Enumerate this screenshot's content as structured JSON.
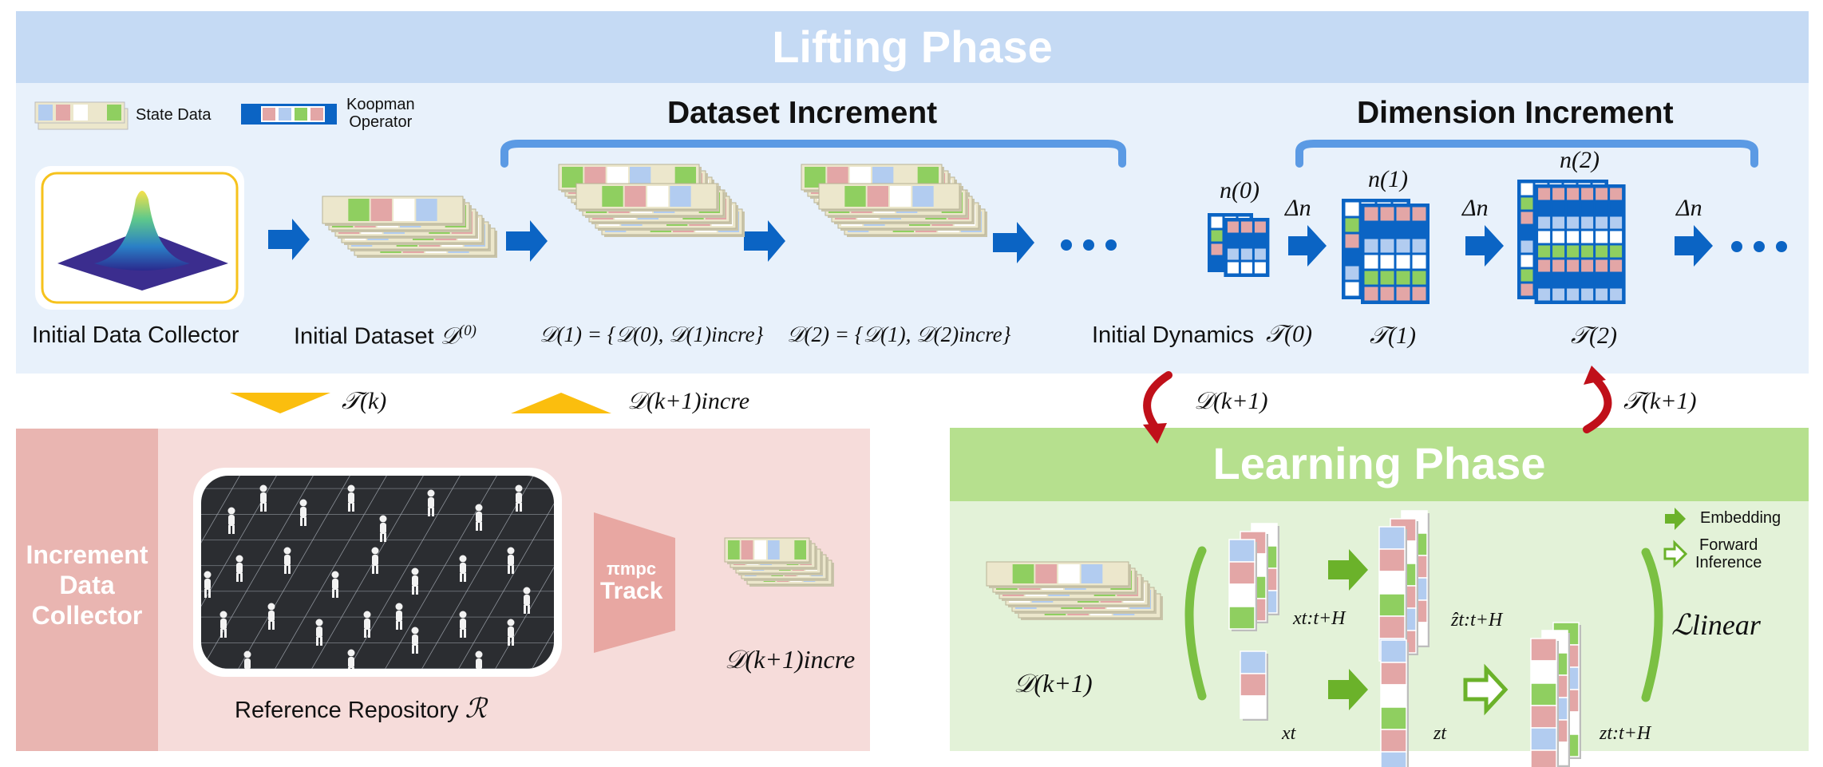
{
  "lifting_phase": {
    "title": "Lifting Phase",
    "legend": {
      "state_data": "State Data",
      "koopman_operator_line1": "Koopman",
      "koopman_operator_line2": "Operator"
    },
    "dataset_increment": {
      "title": "Dataset Increment",
      "initial_collector_label": "Initial Data Collector",
      "initial_dataset_label": "Initial Dataset",
      "initial_dataset_symbol": "𝒟",
      "initial_dataset_sup": "(0)",
      "d1_label": "𝒟(1) = {𝒟(0), 𝒟(1)incre}",
      "d2_label": "𝒟(2) = {𝒟(1), 𝒟(2)incre}",
      "ellipsis": "• • •"
    },
    "dimension_increment": {
      "title": "Dimension Increment",
      "initial_dynamics_label": "Initial Dynamics",
      "t0": "𝒯(0)",
      "t1": "𝒯(1)",
      "t2": "𝒯(2)",
      "n0": "n(0)",
      "n1": "n(1)",
      "n2": "n(2)",
      "delta_n": "Δn",
      "ellipsis": "• • •"
    }
  },
  "transfer": {
    "t_k": "𝒯(k)",
    "d_incre_k1": "𝒟(k+1)incre",
    "d_k1": "𝒟(k+1)",
    "t_k1": "𝒯(k+1)"
  },
  "increment_collector": {
    "title_line1": "Increment",
    "title_line2": "Data",
    "title_line3": "Collector",
    "reference_label": "Reference Repository",
    "reference_symbol": "ℛ",
    "policy_label": "πmpc",
    "track_label": "Track",
    "output_label": "𝒟(k+1)incre"
  },
  "learning_phase": {
    "title": "Learning Phase",
    "dataset_label": "𝒟(k+1)",
    "x_window": "xt:t+H",
    "z_hat_window": "ẑt:t+H",
    "x_t": "xt",
    "z_t": "zt",
    "z_window": "zt:t+H",
    "loss": "ℒlinear",
    "legend_embedding": "Embedding",
    "legend_forward_line1": "Forward",
    "legend_forward_line2": "Inference"
  },
  "colors": {
    "lifting_band": "#c5daf4",
    "lifting_bg": "#e8f1fb",
    "learning_band": "#b6e08e",
    "learning_bg": "#e3f2d8",
    "collector_bg": "#f6dcda",
    "collector_band": "#e9b5b1",
    "arrow_blue": "#0b64c4",
    "arrow_green": "#6bb22a",
    "arrow_red": "#c0101a",
    "triangle_yellow": "#fbbe0e",
    "cell_beige": "#ece7cc",
    "cell_pink": "#e3a6a6",
    "cell_lightblue": "#b2ccf0",
    "cell_green": "#8fcf60",
    "cell_white": "#ffffff"
  }
}
